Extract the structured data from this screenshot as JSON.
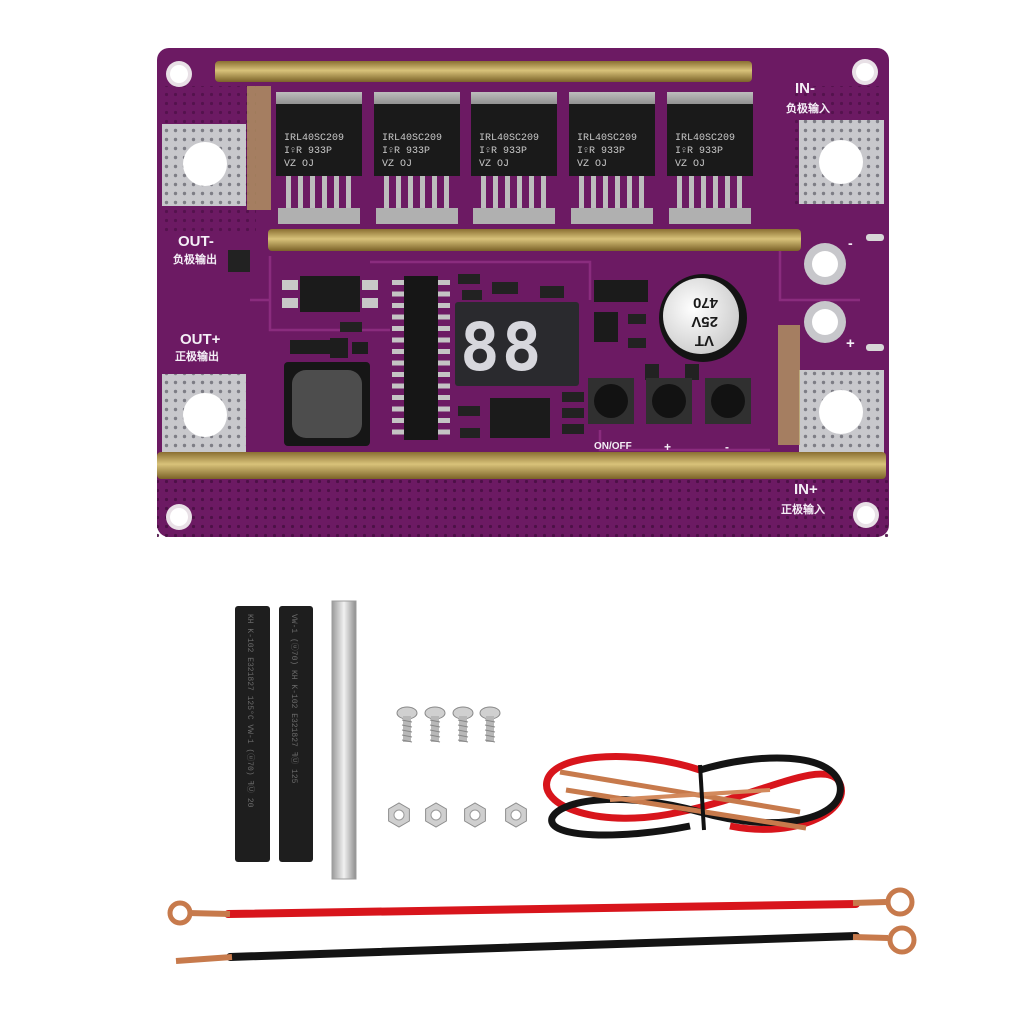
{
  "board": {
    "pcb_color": "#6c1a63",
    "labels": {
      "in_neg": "IN-",
      "in_neg_cn": "负极输入",
      "in_pos": "IN+",
      "in_pos_cn": "正极输入",
      "out_neg": "OUT-",
      "out_neg_cn": "负极输出",
      "out_pos": "OUT+",
      "out_pos_cn": "正极输出",
      "on_off": "ON/OFF",
      "btn_plus": "+",
      "btn_minus": "-",
      "cap_minus": "-",
      "cap_plus": "+"
    },
    "mosfets": [
      {
        "part": "IRL40SC209",
        "line2": "I♀R  933P",
        "line3": "VZ    OJ"
      },
      {
        "part": "IRL40SC209",
        "line2": "I♀R  933P",
        "line3": "VZ    OJ"
      },
      {
        "part": "IRL40SC209",
        "line2": "I♀R  933P",
        "line3": "VZ    OJ"
      },
      {
        "part": "IRL40SC209",
        "line2": "I♀R  933P",
        "line3": "VZ    OJ"
      },
      {
        "part": "IRL40SC209",
        "line2": "I♀R  933P",
        "line3": "VZ    OJ"
      }
    ],
    "display": {
      "digits": "88"
    },
    "capacitor": {
      "line1": "VT",
      "line2": "25V",
      "line3": "470"
    }
  },
  "accessories": {
    "shrink_tube_1": "KH  K-102  E321827  125°C  VW-1 (ⓤ70)  ꟻⓊ  20",
    "shrink_tube_2": "VW-1 (ⓤ70)  KH  K-102  E321827  ꟻⓊ  125",
    "wire_colors": {
      "red": "#d8151c",
      "black": "#141414",
      "copper": "#c77a4c"
    }
  }
}
